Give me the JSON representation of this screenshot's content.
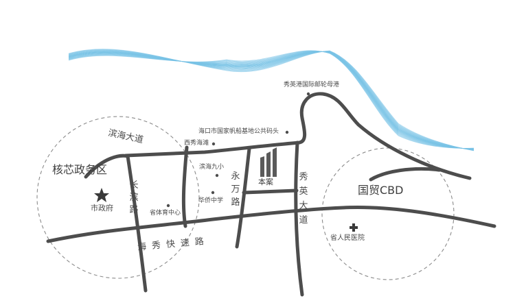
{
  "map": {
    "colors": {
      "road": "#4d4d4d",
      "waves": "#79c3e6",
      "circle": "#8a8a8a",
      "text": "#4a4a4a"
    },
    "districts": {
      "left": "核芯政务区",
      "right": "国贸CBD"
    },
    "roads": {
      "binhai_avenue": "滨海大道",
      "changbin_road": "长滨路",
      "yongwan_road": "永万路",
      "xiuying_avenue": "秀英大道",
      "haixiu_expressway": "海秀快速路"
    },
    "pois": {
      "port": "秀英港国际邮轮母港",
      "pier": "海口市国家帆船基地公共码头",
      "beach": "西秀海滩",
      "school_primary": "滨海九小",
      "school_middle": "华侨中学",
      "stadium": "省体育中心",
      "city_hall": "市政府",
      "hospital": "省人民医院"
    },
    "project": {
      "label": "本案",
      "icon": "building-icon"
    },
    "icons": {
      "city_hall": "star-icon",
      "hospital": "cross-icon",
      "poi": "dot-icon"
    }
  }
}
